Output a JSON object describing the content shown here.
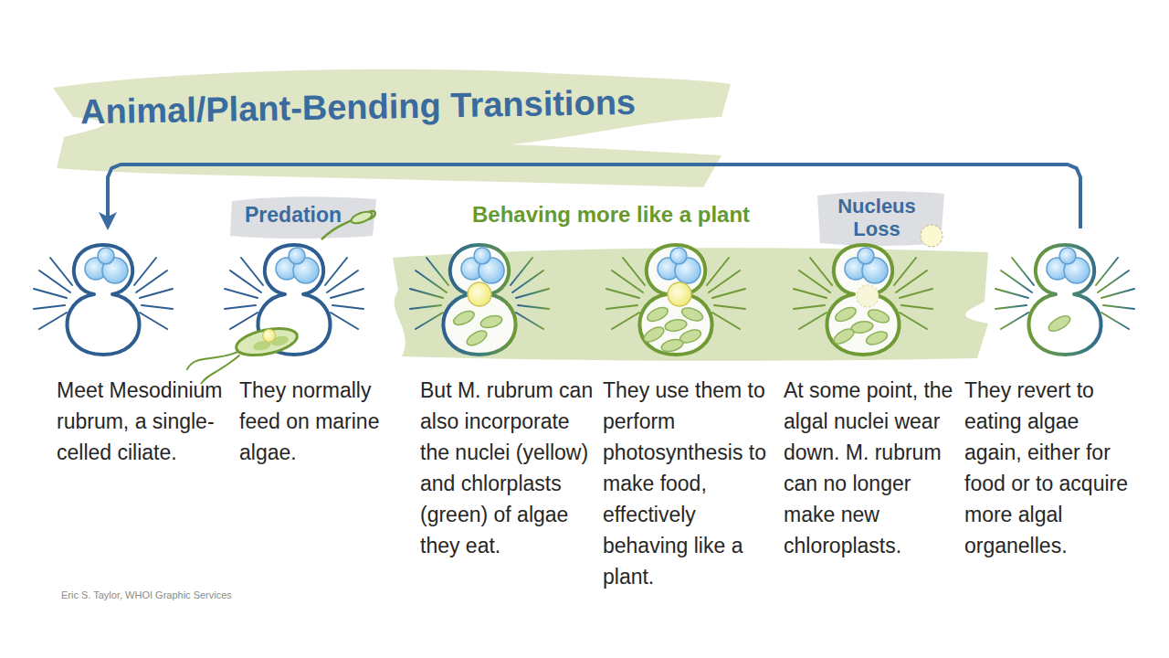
{
  "diagram": {
    "title": "Animal/Plant-Bending Transitions",
    "nodes": [
      {
        "text": [
          "Meet Mesodinium rubrum, a single-celled ciliate."
        ]
      },
      {
        "text": [
          "They normally feed on marine algae."
        ]
      },
      {
        "text": [
          "But M. rubrum can also incorporate the nuclei (yellow) and chlorplasts (green) of algae they eat."
        ]
      },
      {
        "text": [
          "They use them to perform photosynthesis to make food, effectively behaving like a plant."
        ]
      },
      {
        "text": [
          "At some point, the algal nuclei wear down. M. rubrum can no longer make new chloroplasts."
        ]
      },
      {
        "text": [
          "They revert to eating algae again, either for food or to acquire more algal organelles."
        ]
      }
    ],
    "edges": [
      {
        "from": 5,
        "to": 0,
        "arrow": "to"
      }
    ],
    "labels": [
      "Predation",
      "Behaving more like a plant",
      "Nucleus Loss",
      "Eric S. Taylor, WHOI Graphic Services"
    ]
  }
}
